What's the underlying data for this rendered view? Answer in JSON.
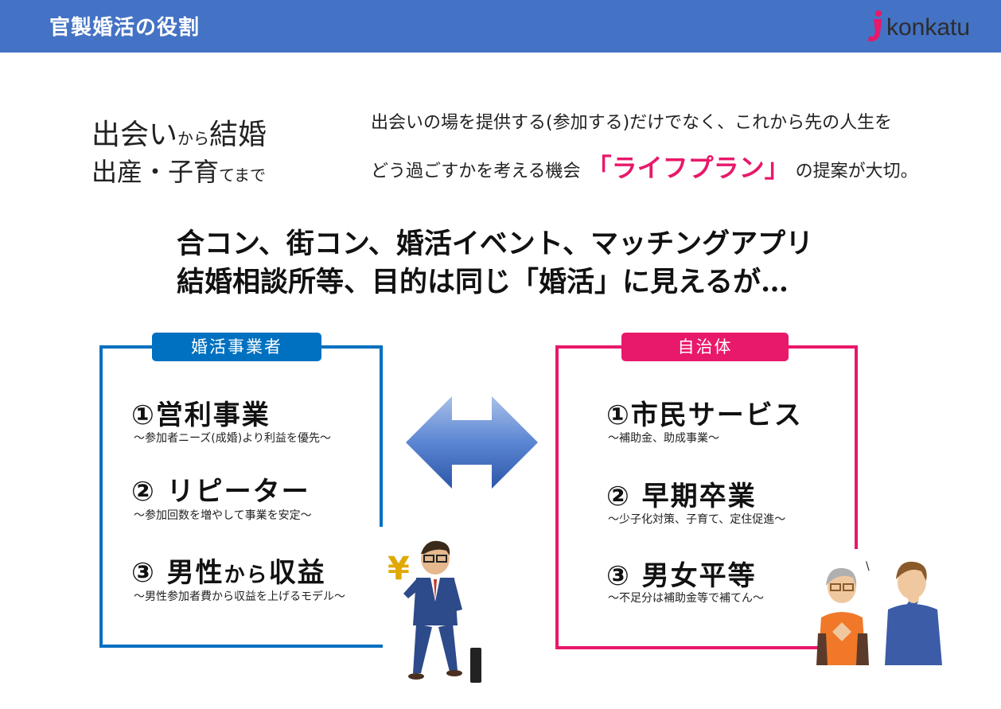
{
  "header": {
    "title": "官製婚活の役割",
    "logo_text": "konkatu"
  },
  "slogan": {
    "line1_main": "出会い",
    "line1_small": "から",
    "line1_end": "結婚",
    "line2_main": "出産・子育",
    "line2_small": "てまで"
  },
  "description": {
    "line1": "出会いの場を提供する(参加する)だけでなく、これから先の人生を",
    "line2_before": "どう過ごすかを考える機会",
    "highlight": "「ライフプラン」",
    "line2_after": "の提案が大切。"
  },
  "main_message": {
    "line1": "合コン、街コン、婚活イベント、マッチングアプリ",
    "line2": "結婚相談所等、目的は同じ「婚活」に見えるが…"
  },
  "left_panel": {
    "tag": "婚活事業者",
    "items": [
      {
        "title": "①営利事業",
        "subtitle": "～参加者ニーズ(成婚)より利益を優先～"
      },
      {
        "title": "② リピーター",
        "subtitle": "～参加回数を増やして事業を安定～"
      },
      {
        "title_main": "③ 男性",
        "title_small": "から",
        "title_end": "収益",
        "subtitle": "～男性参加者費から収益を上げるモデル～"
      }
    ]
  },
  "right_panel": {
    "tag": "自治体",
    "items": [
      {
        "title": "①市民サービス",
        "subtitle": "～補助金、助成事業～"
      },
      {
        "title": "② 早期卒業",
        "subtitle": "～少子化対策、子育て、定住促進～"
      },
      {
        "title": "③ 男女平等",
        "subtitle": "～不足分は補助金等で補てん～"
      }
    ]
  },
  "colors": {
    "header": "#4472c4",
    "left_accent": "#0070c0",
    "right_accent": "#e8186a"
  },
  "icons": [
    "double-arrow-icon",
    "businessman-yen-icon",
    "couple-icon"
  ]
}
